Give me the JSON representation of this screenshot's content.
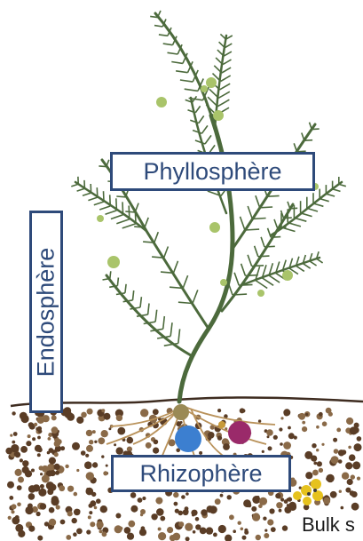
{
  "labels": {
    "phyllosphere": "Phyllosphère",
    "endosphere": "Endosphère",
    "rhizosphere": "Rhizophère",
    "bulk_soil": "Bulk s"
  },
  "colors": {
    "plant_stem": "#4c6a3c",
    "leaf_node": "#a9c46a",
    "soil_line": "#3e2c20",
    "soil_dot": "#5a3d26",
    "root": "#b9925a",
    "microbe_blue": "#3c7fd0",
    "microbe_magenta": "#9a2a6a",
    "microbe_yellow": "#e6c21e",
    "label_border": "#2e4a7a",
    "label_text": "#2e4a7a"
  }
}
